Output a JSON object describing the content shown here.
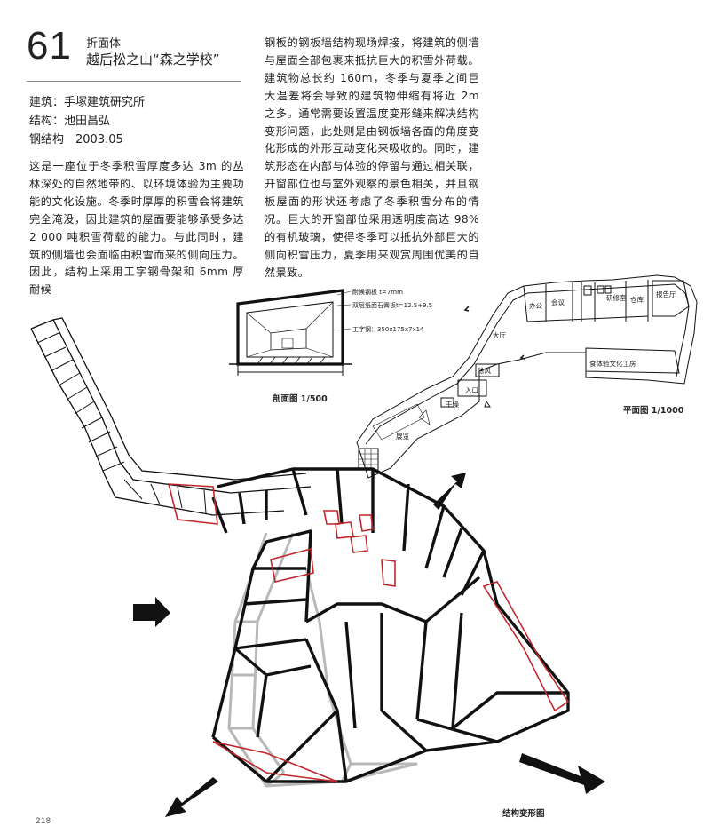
{
  "header": {
    "number": "61",
    "category": "折面体",
    "title": "越后松之山“森之学校”"
  },
  "credits": [
    "建筑：手塚建筑研究所",
    "结构：池田昌弘",
    "钢结构　2003.05"
  ],
  "body_left": "这是一座位于冬季积雪厚度多达 3m 的丛林深处的自然地带的、以环境体验为主要功能的文化设施。冬季时厚厚的积雪会将建筑完全淹没，因此建筑的屋面要能够承受多达 2 000 吨积雪荷载的能力。与此同时，建筑的侧墙也会面临由积雪而来的侧向压力。因此，结构上采用工字钢骨架和 6mm 厚耐候",
  "body_right": "钢板的钢板墙结构现场焊接，将建筑的侧墙与屋面全部包裹来抵抗巨大的积雪外荷载。建筑物总长约 160m，冬季与夏季之间巨大温差将会导致的建筑物伸缩有将近 2m 之多。通常需要设置温度变形缝来解决结构变形问题，此处则是由钢板墙各面的角度变化形成的外形互动变化来吸收的。同时，建筑形态在内部与体验的停留与通过相关联，开窗部位也与室外观察的景色相关，并且钢板屋面的形状还考虑了冬季积雪分布的情况。巨大的开窗部位采用透明度高达 98% 的有机玻璃，使得冬季可以抵抗外部巨大的侧向积雪压力，夏季用来观赏周围优美的自然景致。",
  "section": {
    "labels": [
      "耐候钢板 t=7mm",
      "双层纸面石膏板t=12.5+9.5",
      "工字钢：350x175x7x14"
    ],
    "caption": "剖面图 1/500"
  },
  "plan": {
    "rooms": [
      "办公",
      "会议",
      "研修室",
      "仓库",
      "报告厅",
      "大厅",
      "食体验文化工房",
      "除风",
      "入口",
      "干燥",
      "展览"
    ],
    "caption": "平面图 1/1000"
  },
  "diagram": {
    "caption": "结构变形图"
  },
  "page_number": "218",
  "colors": {
    "accent": "#c0272d",
    "ink": "#111111",
    "ghost": "#b8b8b8"
  }
}
